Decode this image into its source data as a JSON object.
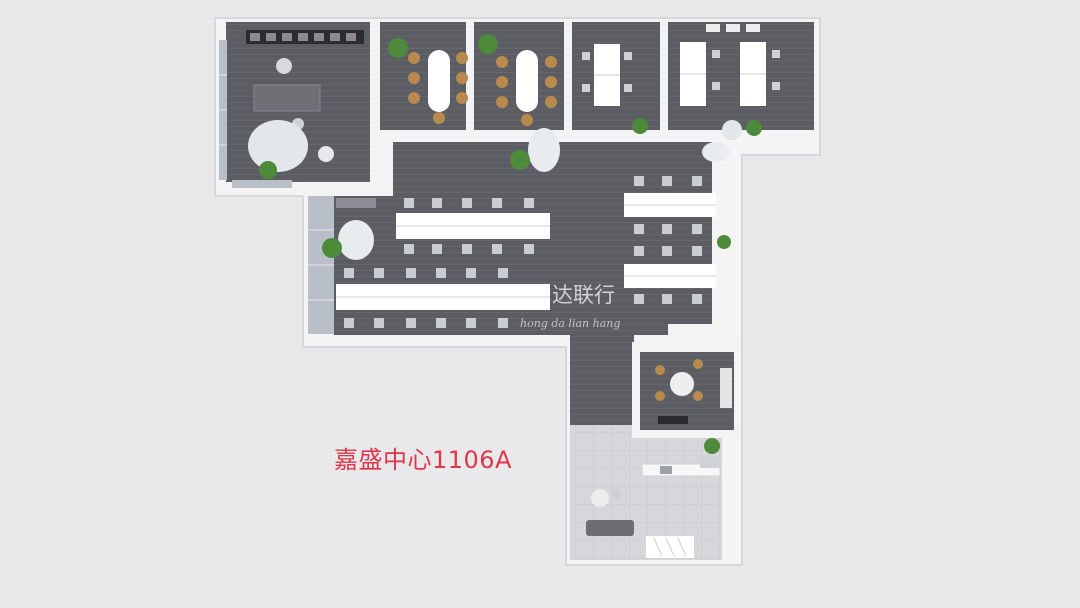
{
  "plan": {
    "label": "嘉盛中心1106A",
    "label_color": "#e0364a"
  },
  "watermark": {
    "text_cn": "达联行",
    "text_pinyin": "hong da lian hang"
  },
  "colors": {
    "background": "#e9e9ec",
    "floor": "#5c5c63",
    "wall": "#f3f3f4",
    "glass": "#b9bfc8",
    "desk": "#ffffff",
    "plant": "#4d8a3a",
    "meeting_chair": "#b88a4e"
  },
  "icons": [
    "plant-icon",
    "office-chair-icon",
    "sofa-icon",
    "round-table-icon"
  ]
}
